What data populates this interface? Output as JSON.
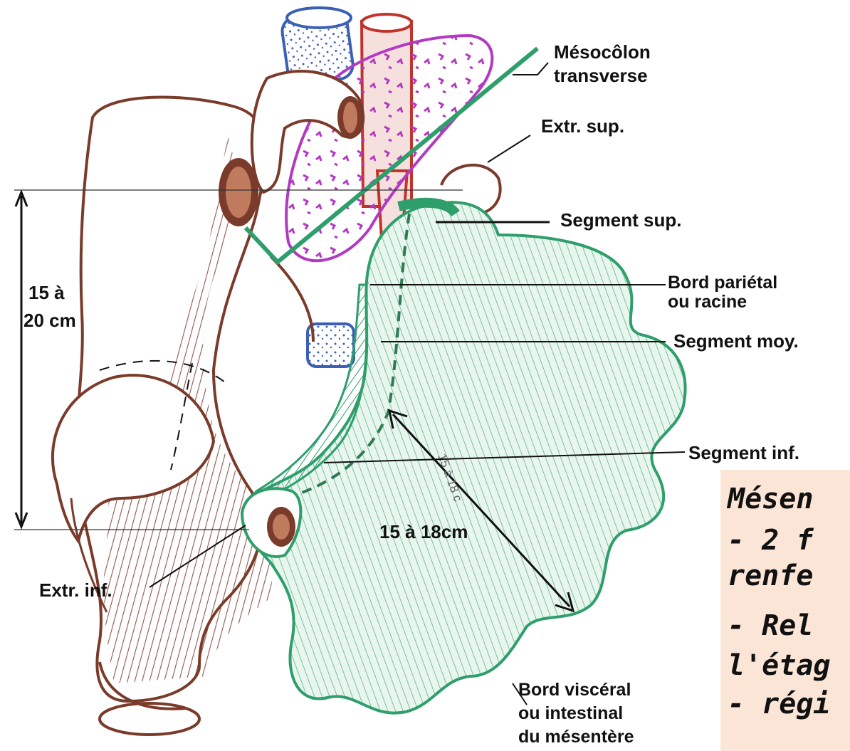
{
  "labels": {
    "mesocolon": [
      "Mésocôlon",
      "transverse"
    ],
    "extr_sup": "Extr. sup.",
    "segment_sup": "Segment sup.",
    "bord_parietal": [
      "Bord pariétal",
      "ou racine"
    ],
    "segment_moy": "Segment moy.",
    "segment_inf": "Segment inf.",
    "extr_inf": "Extr. inf.",
    "bord_visceral": [
      "Bord viscéral",
      "ou intestinal",
      "du mésentère"
    ],
    "height_measure": [
      "15 à",
      "20 cm"
    ],
    "width_measure": "15 à 18cm",
    "ruler_text": "15 à 18 c"
  },
  "notes_lines": [
    "Mésen",
    "- 2 f",
    "renfe",
    "- Rel",
    "l'étag",
    "- régi"
  ],
  "colors": {
    "mesentery_green": "#2e9e6b",
    "mesentery_fill": "#e9f6ee",
    "intestine_brown": "#7a3b2a",
    "artery_red": "#c0342b",
    "vein_blue": "#3b5fb5",
    "pancreas_purple": "#b23ac2",
    "notes_bg": "#fbe5d6"
  }
}
